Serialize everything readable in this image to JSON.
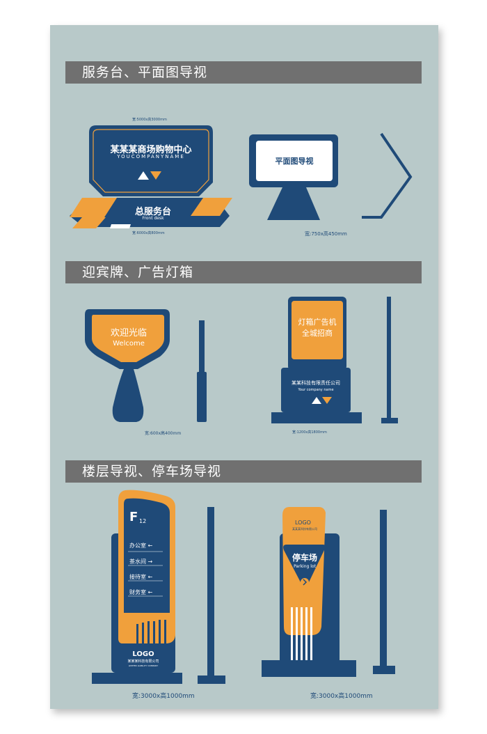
{
  "sections": [
    {
      "title": "服务台、平面图导视"
    },
    {
      "title": "迎宾牌、广告灯箱"
    },
    {
      "title": "楼层导视、停车场导视"
    }
  ],
  "service_desk": {
    "dim_top": "宽:5000x高3000mm",
    "mall_name": "某某某商场购物中心",
    "mall_sub": "YOUCOMPANYNAME",
    "desk_label": "总服务台",
    "desk_sub": "Front desk",
    "dim_bottom": "宽:6000x高800mm"
  },
  "floor_plan": {
    "label": "平面图导视",
    "dim": "宽:750x高450mm"
  },
  "welcome": {
    "label": "欢迎光临",
    "label_en": "Welcome",
    "dim": "宽:600x高400mm"
  },
  "lightbox": {
    "line1": "灯箱广告机",
    "line2": "全城招商",
    "company": "某某科技有限责任公司",
    "company_en": "Your company name",
    "dim": "宽:1200x高1800mm"
  },
  "floor_guide": {
    "floor": "F",
    "floor_sub": "12",
    "rooms": [
      "办公室 ←",
      "茶水间 →",
      "接待室 ←",
      "财务室 ←"
    ],
    "logo": "LOGO",
    "company": "某某某科技有限公司",
    "company_en": "LIMITED LIABILITY COMPANY",
    "dim": "宽:3000x高1000mm"
  },
  "parking": {
    "logo": "LOGO",
    "company": "某某某科技有限公司",
    "label": "停车场",
    "label_en": "Parking lot",
    "dim": "宽:3000x高1000mm"
  },
  "colors": {
    "navy": "#1f4a78",
    "orange": "#f0a03c",
    "background": "#b8c9c9",
    "bar": "#707070"
  }
}
